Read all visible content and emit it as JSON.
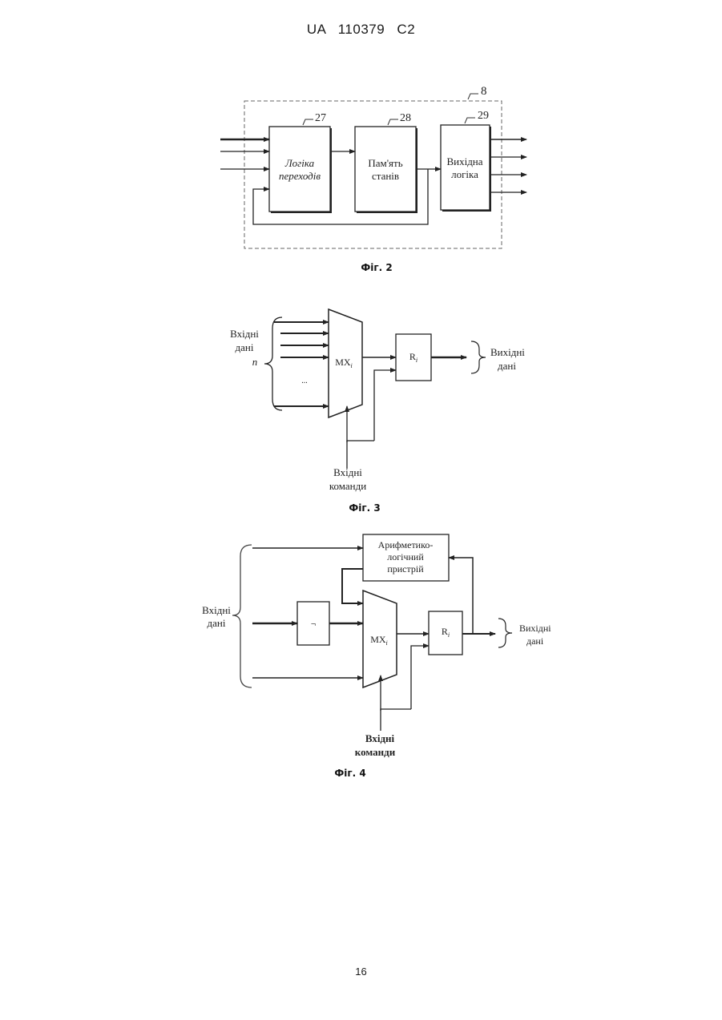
{
  "header": {
    "text": "UA   110379   C2"
  },
  "page": {
    "number": "16"
  },
  "fig2": {
    "caption": "Фіг. 2",
    "container_ref": "8",
    "blocks": [
      {
        "ref": "27",
        "line1": "Логіка",
        "line2": "переходів"
      },
      {
        "ref": "28",
        "line1": "Пам'ять",
        "line2": "станів"
      },
      {
        "ref": "29",
        "line1": "Вихідна",
        "line2": "логіка"
      }
    ]
  },
  "fig3": {
    "caption": "Фіг. 3",
    "input_label_1": "Вхідні",
    "input_label_2": "дані",
    "input_count": "n",
    "dots": "...",
    "mux_label": "MX",
    "mux_sub": "i",
    "reg_label": "R",
    "reg_sub": "i",
    "output_label_1": "Вихідні",
    "output_label_2": "дані",
    "command_label_1": "Вхідні",
    "command_label_2": "команди"
  },
  "fig4": {
    "caption": "Фіг. 4",
    "alu_line1": "Арифметико-",
    "alu_line2": "логічний",
    "alu_line3": "пристрій",
    "not_symbol": "¬",
    "mux_label": "MX",
    "mux_sub": "i",
    "reg_label": "R",
    "reg_sub": "i",
    "input_label_1": "Вхідні",
    "input_label_2": "дані",
    "output_label_1": "Вихідні",
    "output_label_2": "дані",
    "command_label_1": "Вхідні",
    "command_label_2": "команди"
  }
}
